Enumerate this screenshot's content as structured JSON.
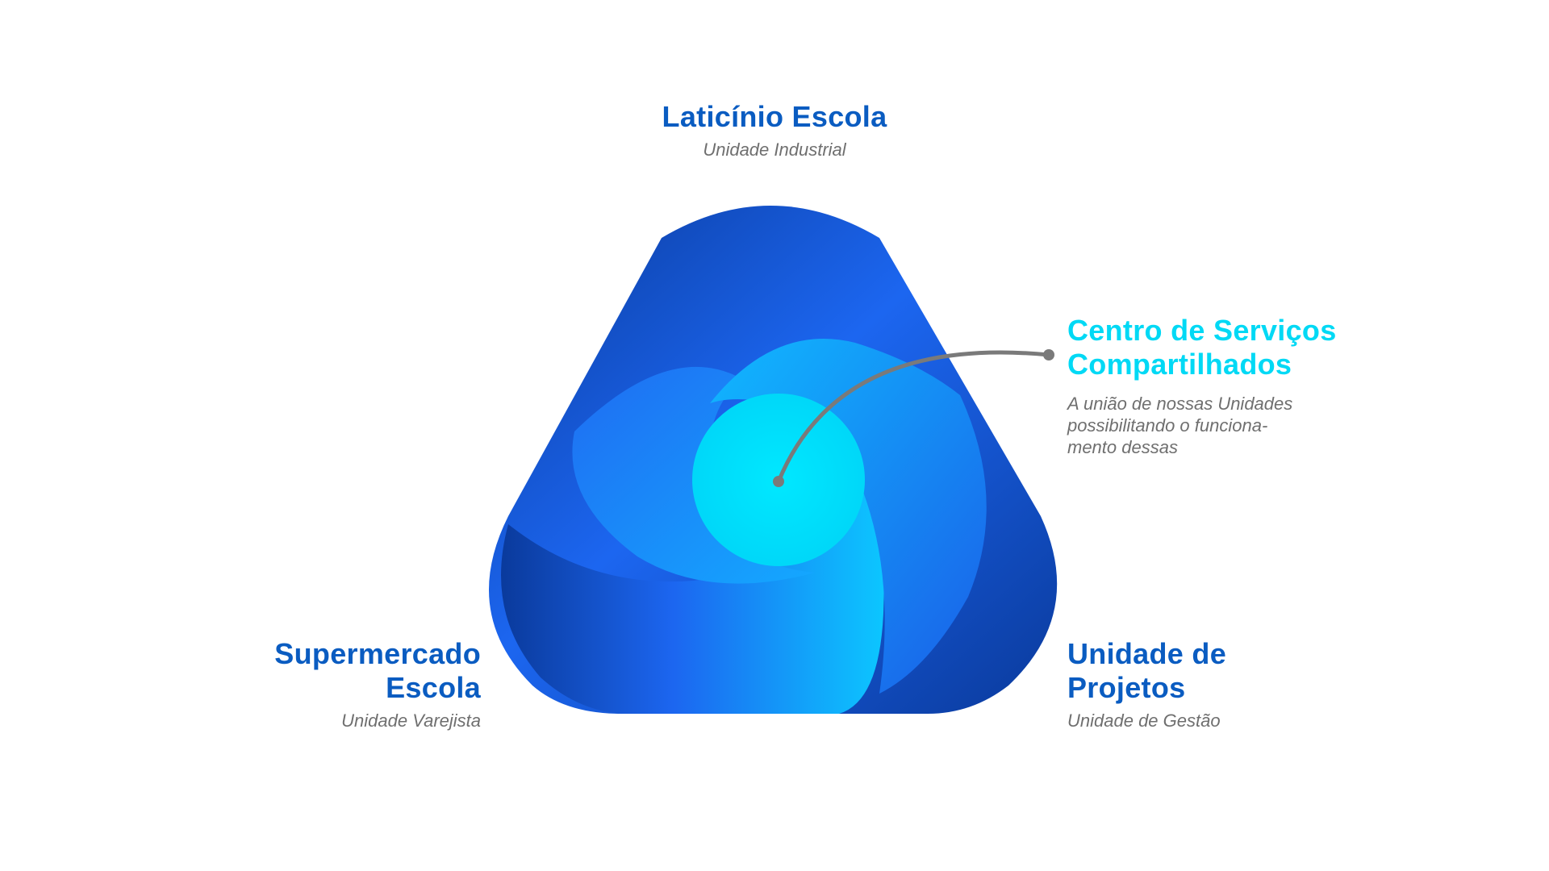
{
  "colors": {
    "title_blue": "#0a5cc1",
    "title_cyan": "#00d9f5",
    "subtitle_gray": "#6f6f6f",
    "connector_gray": "#7a7a7a",
    "outer_dark": "#0a3a9c",
    "outer_mid": "#1c66f0",
    "swirl_light": "#14a8ff",
    "center_cyan": "#00e5ff"
  },
  "units": {
    "top": {
      "title": "Laticínio Escola",
      "subtitle": "Unidade Industrial"
    },
    "left": {
      "title_line1": "Supermercado",
      "title_line2": "Escola",
      "subtitle": "Unidade Varejista"
    },
    "right": {
      "title_line1": "Unidade de",
      "title_line2": "Projetos",
      "subtitle": "Unidade de Gestão"
    },
    "center": {
      "title_line1": "Centro de Serviços",
      "title_line2": "Compartilhados",
      "subtitle": "A união de nossas Unidades\npossibilitando o funciona-\nmento dessas"
    }
  }
}
